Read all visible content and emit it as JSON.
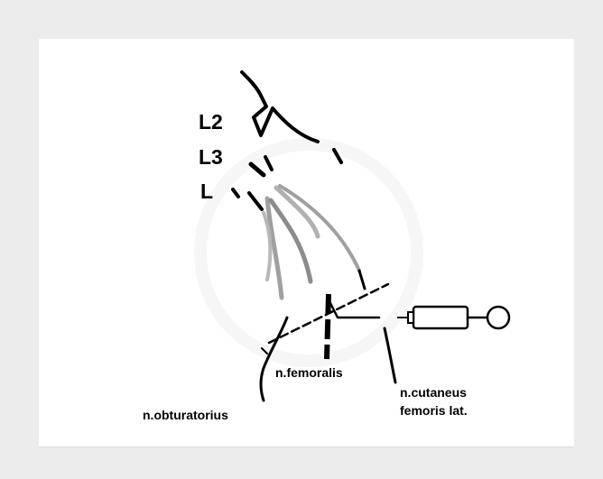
{
  "labels": {
    "l2": "L2",
    "l3": "L3",
    "l4": "L",
    "femoralis": "n.femoralis",
    "obturatorius": "n.obturatorius",
    "cutaneus_line1": "n.cutaneus",
    "cutaneus_line2": "femoris lat."
  },
  "colors": {
    "background": "#ececec",
    "panel": "#ffffff",
    "nerve_dark": "#000000",
    "nerve_gray": "#8c8c8c",
    "nerve_light_gray": "#b8b8b8"
  },
  "icons": {
    "syringe": "syringe-icon"
  }
}
